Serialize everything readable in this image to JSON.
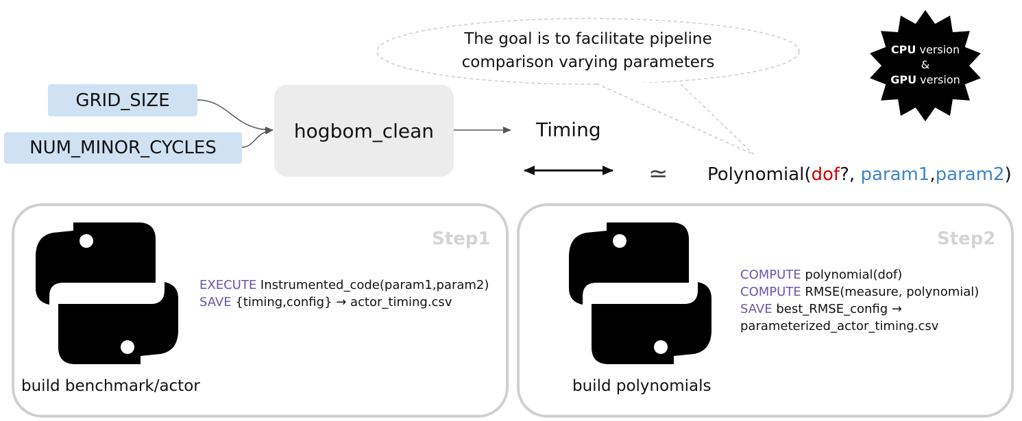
{
  "inputs": [
    {
      "label": "GRID_SIZE"
    },
    {
      "label": "NUM_MINOR_CYCLES"
    }
  ],
  "actor": {
    "label": "hogbom_clean"
  },
  "output": {
    "label": "Timing"
  },
  "bubble": {
    "line1": "The goal is to facilitate pipeline",
    "line2": "comparison varying parameters"
  },
  "badge": {
    "cpu_bold": "CPU",
    "cpu_rest": " version",
    "amp": "&",
    "gpu_bold": "GPU",
    "gpu_rest": " version"
  },
  "approx_symbol": "≃",
  "formula": {
    "prefix": "Polynomial(",
    "dof": "dof",
    "mid": "?, ",
    "param1": "param1",
    "comma": ",",
    "param2": "param2",
    "suffix": ")"
  },
  "step1": {
    "title": "Step1",
    "caption": "build benchmark/actor",
    "lines": [
      {
        "kw": "EXECUTE",
        "text": " Instrumented_code(param1,param2)"
      },
      {
        "kw": "SAVE",
        "text": " {timing,config} → actor_timing.csv"
      }
    ]
  },
  "step2": {
    "title": "Step2",
    "caption": "build polynomials",
    "lines": [
      {
        "kw": "COMPUTE",
        "text": " polynomial(dof)"
      },
      {
        "kw": "COMPUTE",
        "text": " RMSE(measure, polynomial)"
      },
      {
        "kw": "SAVE",
        "text": " best_RMSE_config →"
      },
      {
        "kw": "",
        "text": "parameterized_actor_timing.csv"
      }
    ]
  },
  "colors": {
    "param_bg": "#cfe2f3",
    "actor_bg": "#ececec",
    "keyword": "#6b55a8",
    "dof": "#cc0000",
    "param": "#3d85c6",
    "panel_border": "#d0d0d0"
  }
}
